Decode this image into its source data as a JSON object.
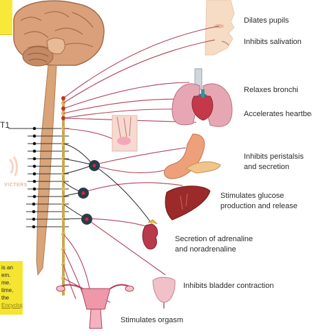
{
  "effects": [
    {
      "id": "pupils",
      "lines": [
        "Dilates pupils"
      ]
    },
    {
      "id": "saliva",
      "lines": [
        "Inhibits salivation"
      ]
    },
    {
      "id": "bronchi",
      "lines": [
        "Relaxes bronchi"
      ]
    },
    {
      "id": "heart",
      "lines": [
        "Accelerates heartbeat"
      ]
    },
    {
      "id": "stomach",
      "lines": [
        "Inhibits peristalsis",
        "and secretion"
      ]
    },
    {
      "id": "liver",
      "lines": [
        "Stimulates glucose",
        "production and release"
      ]
    },
    {
      "id": "adrenal",
      "lines": [
        "Secretion of adrenaline",
        "and noradrenaline"
      ]
    },
    {
      "id": "bladder",
      "lines": [
        "Inhibits bladder contraction"
      ]
    },
    {
      "id": "uterus",
      "lines": [
        "Stimulates orgasm"
      ]
    }
  ],
  "spine_label": "T1",
  "note": {
    "lines": [
      "is an",
      "em.",
      "me.",
      "time,",
      "the"
    ],
    "link": "Encyclopedia"
  },
  "watermark": "VICTERS",
  "colors": {
    "nerve": "#b0405a",
    "chain": "#c9a850",
    "ganglion": "#2b3a48",
    "cord": "#d4a574",
    "note_bg": "#f5e531"
  }
}
